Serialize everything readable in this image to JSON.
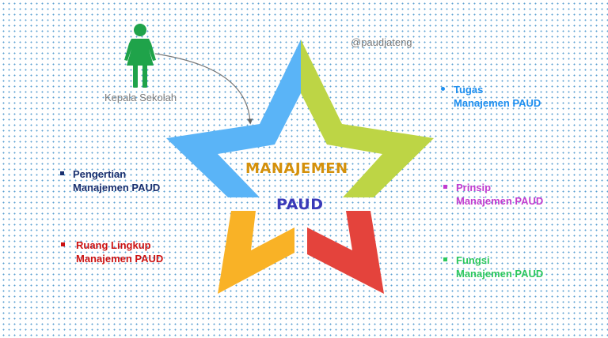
{
  "figure": {
    "label": "Kepala Sekolah",
    "icon": "woman-icon",
    "color": "#1fa34a"
  },
  "watermark": "@paudjateng",
  "star": {
    "title_line1": "MANAJEMEN",
    "title_line2": "PAUD",
    "title_line1_color": "#d4900a",
    "title_line2_color": "#3a3ab8",
    "segments": [
      {
        "name": "blue",
        "color": "#5ab4f7"
      },
      {
        "name": "green",
        "color": "#bdd545"
      },
      {
        "name": "orange",
        "color": "#f9b226"
      },
      {
        "name": "red",
        "color": "#e4433c"
      }
    ]
  },
  "items": [
    {
      "id": "tugas",
      "line1": "Tugas",
      "line2": "Manajemen PAUD",
      "color": "#1e8ff0"
    },
    {
      "id": "pengertian",
      "line1": "Pengertian",
      "line2": "Manajemen PAUD",
      "color": "#1a2f6e"
    },
    {
      "id": "prinsip",
      "line1": "Prinsip",
      "line2": "Manajemen PAUD",
      "color": "#c23ccf"
    },
    {
      "id": "ruang-lingkup",
      "line1": "Ruang Lingkup",
      "line2": "Manajemen PAUD",
      "color": "#cc1111"
    },
    {
      "id": "fungsi",
      "line1": "Fungsi",
      "line2": "Manajemen PAUD",
      "color": "#2ec85e"
    }
  ]
}
